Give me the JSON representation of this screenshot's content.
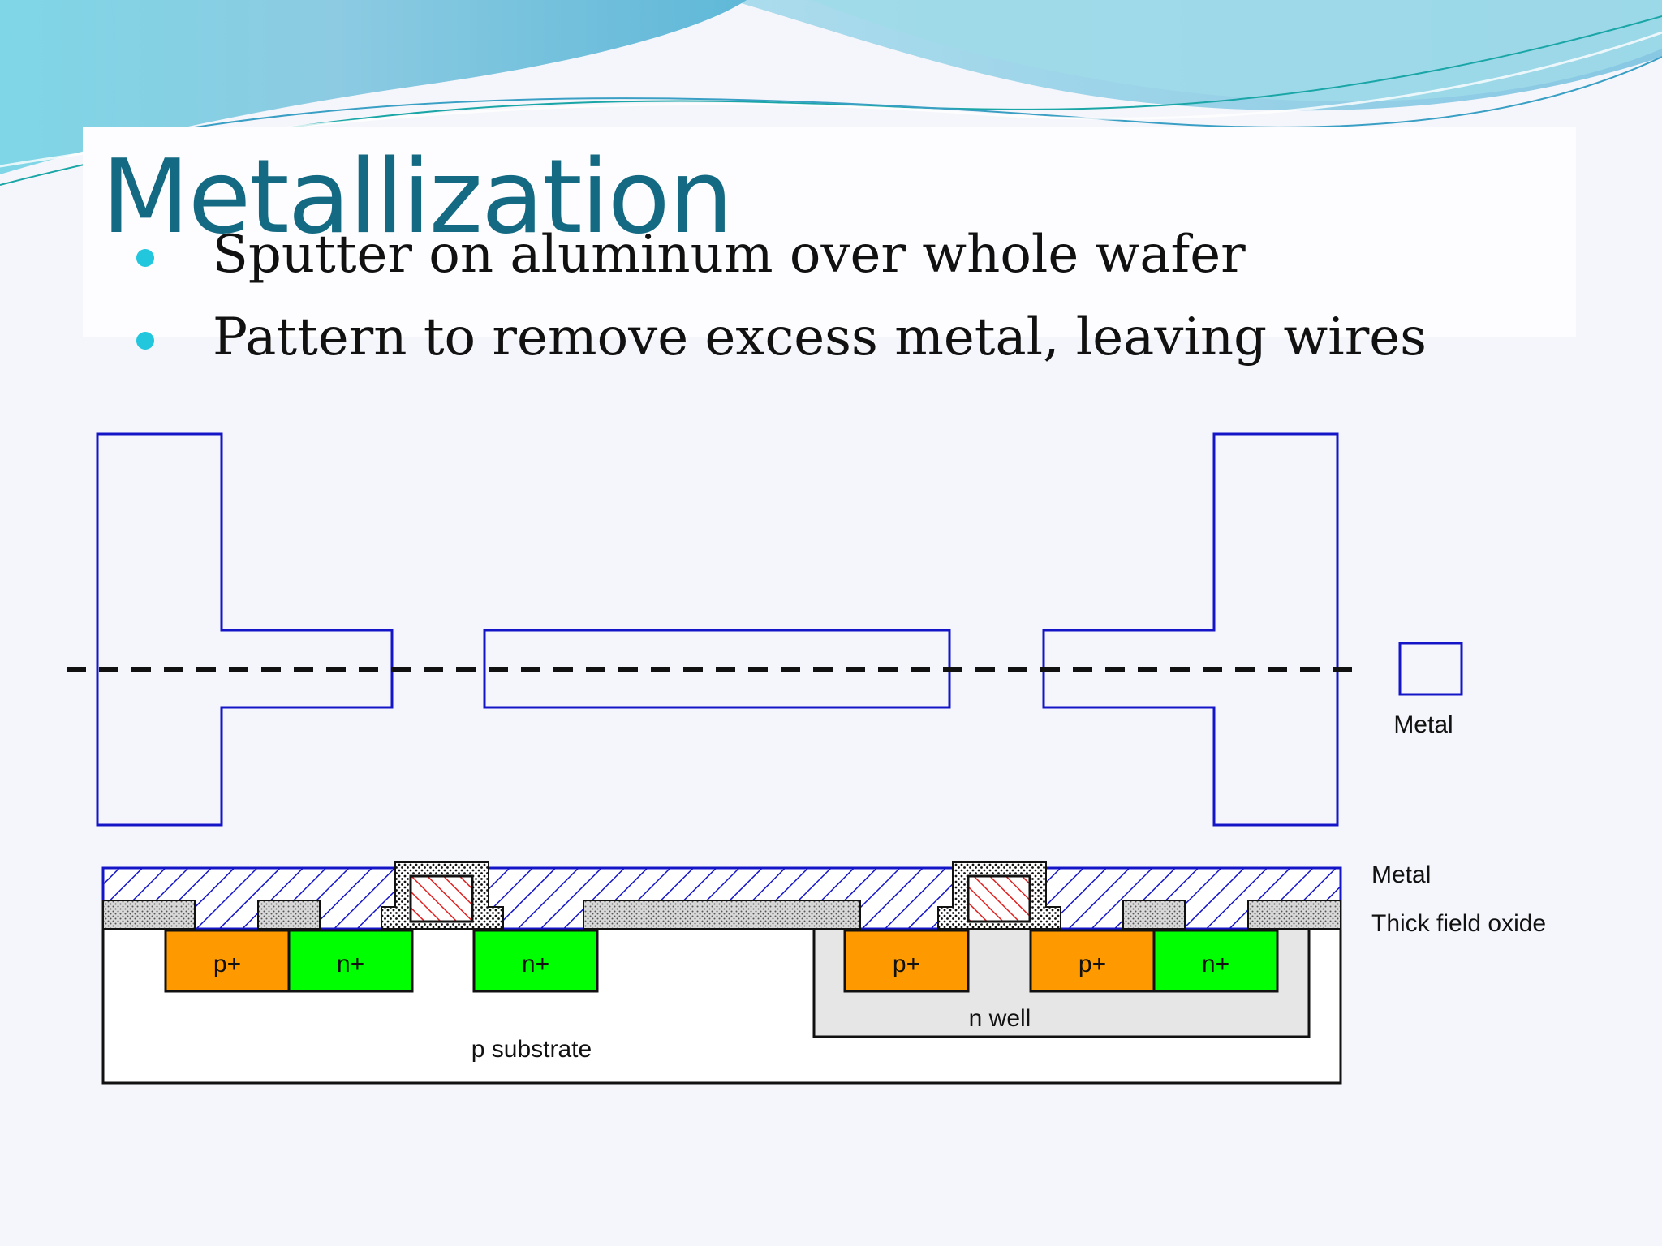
{
  "title": "Metallization",
  "bullets": [
    "Sputter on aluminum over whole wafer",
    "Pattern to remove excess metal, leaving wires"
  ],
  "top_view": {
    "legend_label": "Metal"
  },
  "cross_section": {
    "legend": [
      {
        "label": "Metal",
        "key": "metal"
      },
      {
        "label": "Thick field oxide",
        "key": "field-oxide"
      }
    ],
    "regions": [
      {
        "label": "p+",
        "type": "p-diffusion"
      },
      {
        "label": "n+",
        "type": "n-diffusion"
      },
      {
        "label": "n+",
        "type": "n-diffusion"
      },
      {
        "label": "p+",
        "type": "p-diffusion"
      },
      {
        "label": "p+",
        "type": "p-diffusion"
      },
      {
        "label": "n+",
        "type": "n-diffusion"
      }
    ],
    "nwell_label": "n well",
    "substrate_label": "p substrate"
  },
  "colors": {
    "title": "#136a82",
    "bullet": "#22c6dd",
    "metal_outline": "#1515c8",
    "p_diffusion": "#ff9900",
    "n_diffusion": "#00ff00",
    "polysilicon_hatch": "#e02020",
    "nwell": "#e6e6e6"
  }
}
